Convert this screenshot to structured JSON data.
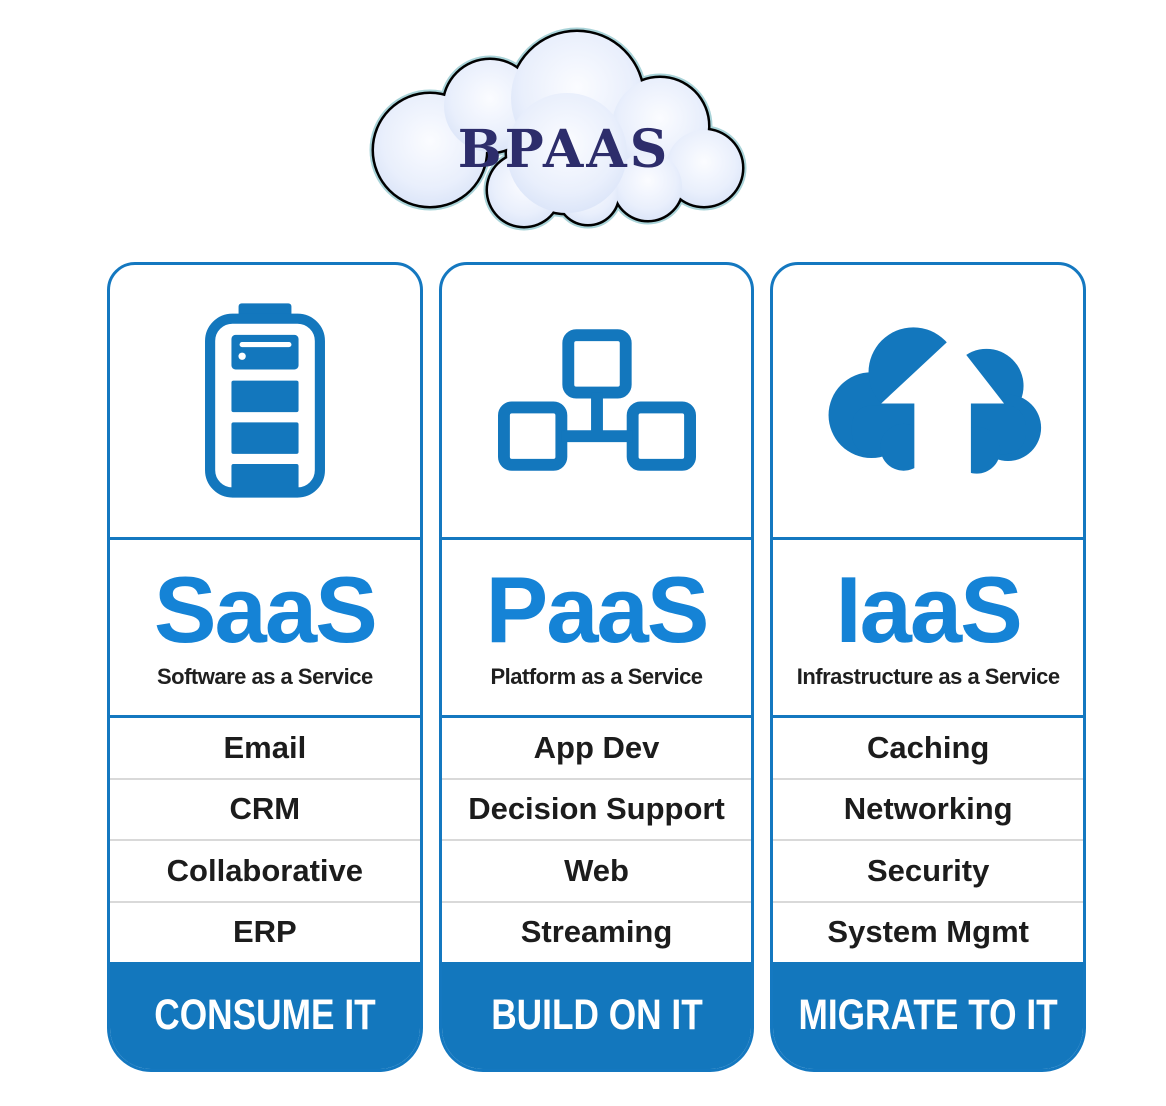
{
  "cloud": {
    "label": "BPAAS"
  },
  "colors": {
    "primary_blue": "#1377bd",
    "card_border_blue": "#1478c0",
    "title_blue": "#1583d6",
    "text_dark": "#1f1f1f",
    "banner_text": "#ffffff",
    "row_divider": "#d9d9d9",
    "cloud_text_navy": "#2d2d6b",
    "cloud_fill_light": "#e2eafa",
    "cloud_halo": "#a9d3d8",
    "cloud_outline": "#000000"
  },
  "cards": [
    {
      "id": "saas",
      "icon": "server-icon",
      "title": "SaaS",
      "subtitle": "Software as a Service",
      "items": [
        "Email",
        "CRM",
        "Collaborative",
        "ERP"
      ],
      "banner": "CONSUME IT"
    },
    {
      "id": "paas",
      "icon": "network-nodes-icon",
      "title": "PaaS",
      "subtitle": "Platform as a Service",
      "items": [
        "App Dev",
        "Decision Support",
        "Web",
        "Streaming"
      ],
      "banner": "BUILD ON IT"
    },
    {
      "id": "iaas",
      "icon": "cloud-upload-icon",
      "title": "IaaS",
      "subtitle": "Infrastructure as a Service",
      "items": [
        "Caching",
        "Networking",
        "Security",
        "System Mgmt"
      ],
      "banner": "MIGRATE TO IT"
    }
  ]
}
